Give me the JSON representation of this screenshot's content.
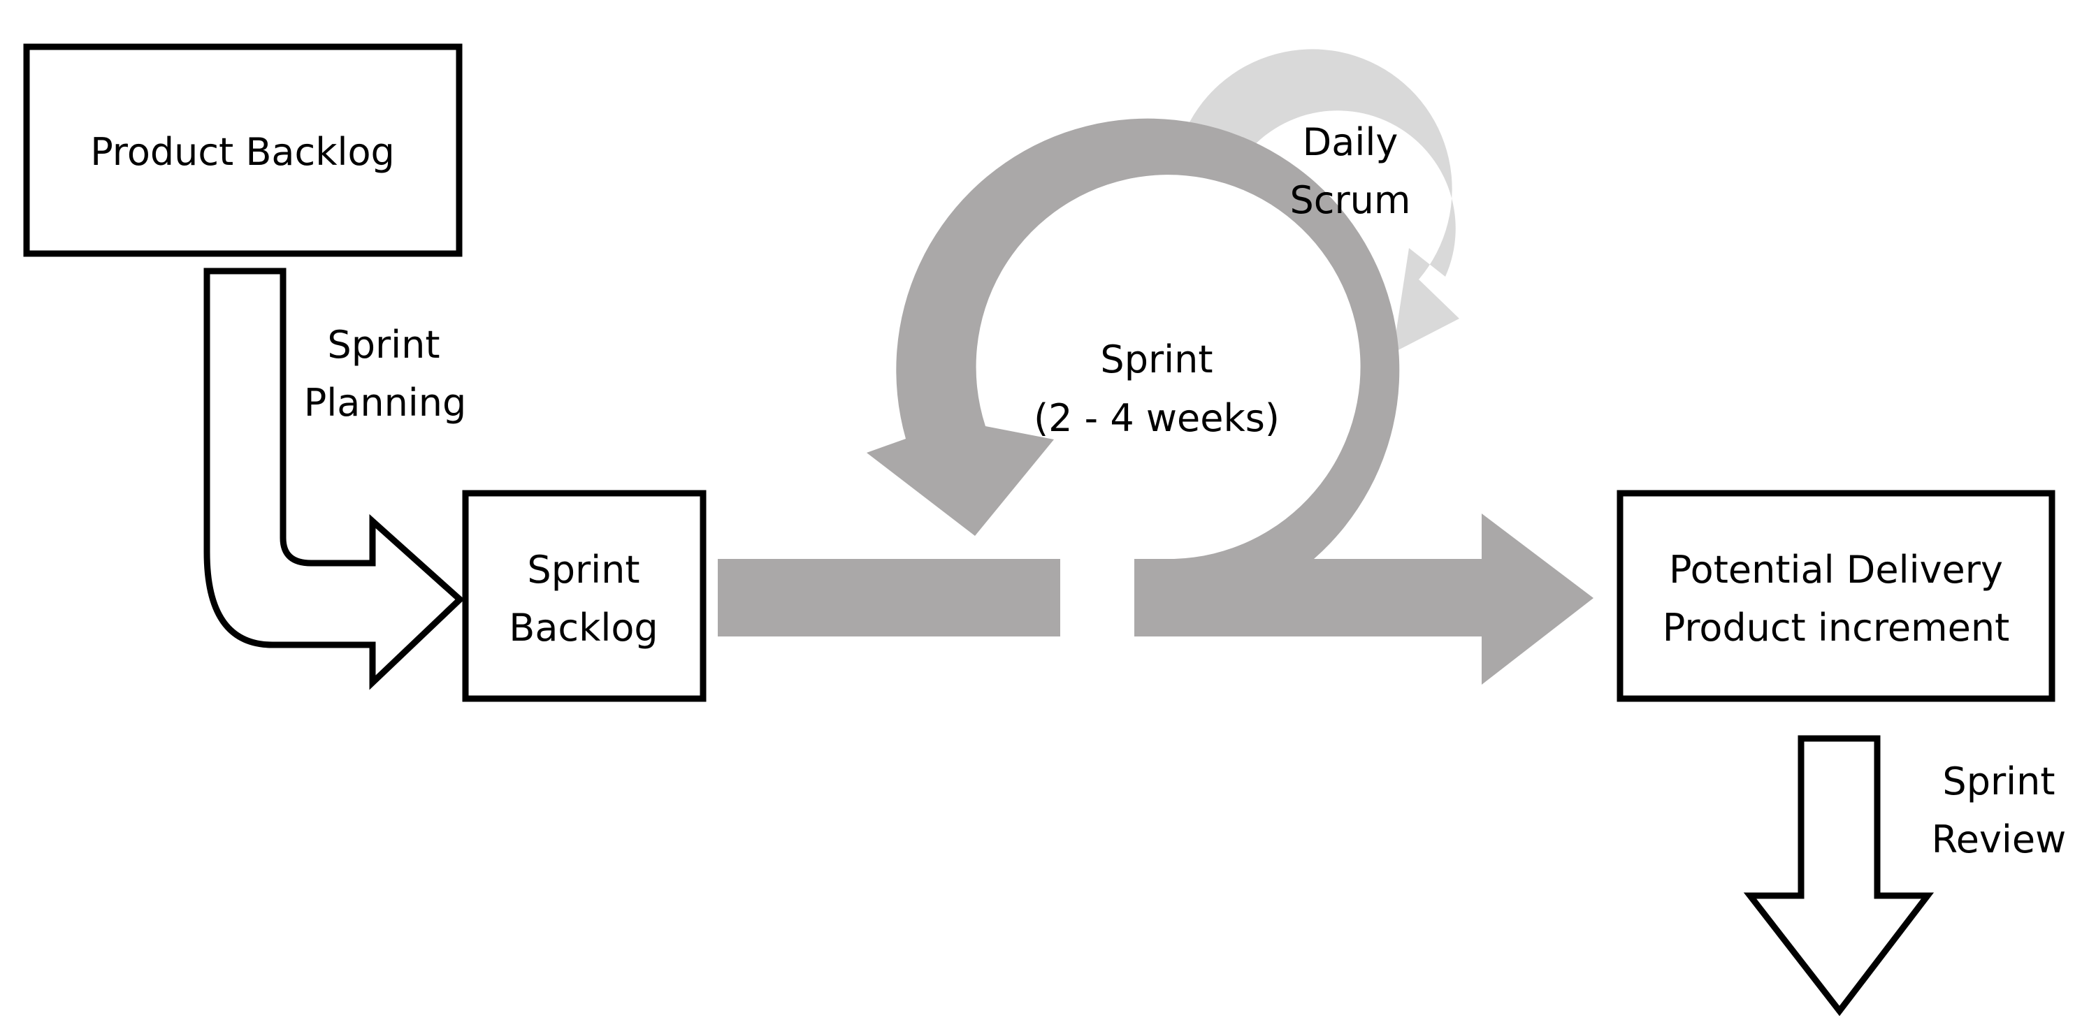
{
  "nodes": {
    "product_backlog": {
      "label": "Product Backlog"
    },
    "sprint_backlog": {
      "line1": "Sprint",
      "line2": "Backlog"
    },
    "potential_delivery": {
      "line1": "Potential Delivery",
      "line2": "Product increment"
    }
  },
  "arrows": {
    "sprint_planning": {
      "line1": "Sprint",
      "line2": "Planning"
    },
    "sprint_review": {
      "line1": "Sprint",
      "line2": "Review"
    }
  },
  "cycles": {
    "sprint": {
      "line1": "Sprint",
      "line2": "(2 - 4 weeks)"
    },
    "daily_scrum": {
      "line1": "Daily",
      "line2": "Scrum"
    }
  },
  "colors": {
    "sprint_flow": "#aaa8a8",
    "daily_scrum": "#d9d9d9",
    "outline": "#000000"
  }
}
